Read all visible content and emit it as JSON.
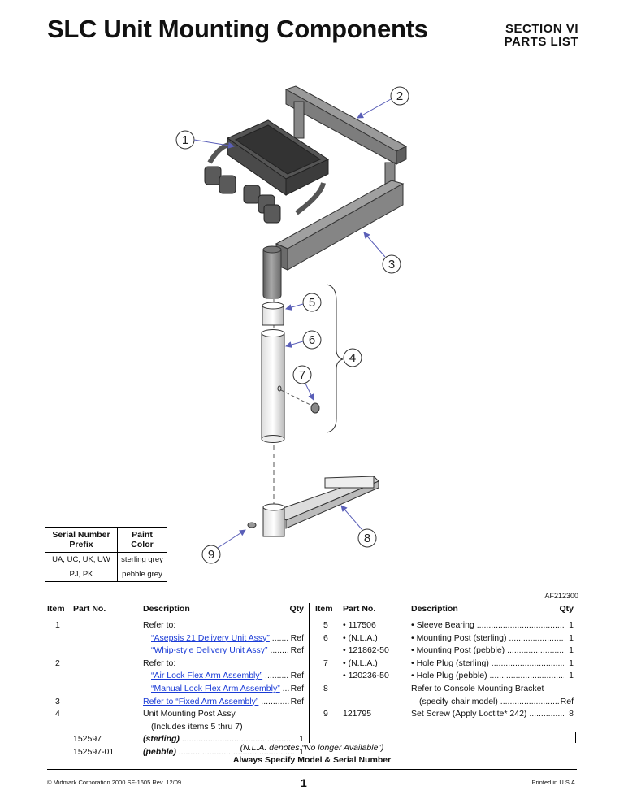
{
  "header": {
    "title": "SLC Unit Mounting Components",
    "section_line1": "SECTION VI",
    "section_line2": "PARTS LIST"
  },
  "callouts": [
    "1",
    "2",
    "3",
    "4",
    "5",
    "6",
    "7",
    "8",
    "9"
  ],
  "serial_table": {
    "headers": [
      "Serial Number Prefix",
      "Paint Color"
    ],
    "header_line1": [
      "Serial Number",
      "Paint"
    ],
    "header_line2": [
      "Prefix",
      "Color"
    ],
    "rows": [
      [
        "UA, UC, UK, UW",
        "sterling grey"
      ],
      [
        "PJ, PK",
        "pebble grey"
      ]
    ]
  },
  "drawing_id": "AF212300",
  "parts_headers": {
    "item": "Item",
    "part": "Part No.",
    "desc": "Description",
    "qty": "Qty"
  },
  "left_rows": [
    {
      "item": "1",
      "part": "",
      "desc": "Refer to:",
      "qty": ""
    },
    {
      "item": "",
      "part": "",
      "desc": "“Asepsis 21 Delivery Unit Assy”",
      "link": "Asepsis 21 Delivery Unit Assy",
      "qty": "Ref"
    },
    {
      "item": "",
      "part": "",
      "desc": "“Whip-style Delivery Unit Assy”",
      "link": "Whip-style Delivery Unit Assy",
      "qty": "Ref"
    },
    {
      "item": "2",
      "part": "",
      "desc": "Refer to:",
      "qty": ""
    },
    {
      "item": "",
      "part": "",
      "desc": "“Air Lock Flex Arm Assembly”",
      "link": "Air Lock Flex Arm Assembly",
      "qty": "Ref"
    },
    {
      "item": "",
      "part": "",
      "desc": "“Manual Lock Flex Arm Assembly”",
      "link": "Manual Lock Flex Arm Assembly",
      "qty": "Ref"
    },
    {
      "item": "3",
      "part": "",
      "desc": "Refer to “Fixed Arm Assembly”",
      "link": "Fixed Arm Assembly",
      "qty": "Ref"
    },
    {
      "item": "4",
      "part": "",
      "desc": "Unit Mounting Post Assy.",
      "qty": ""
    },
    {
      "item": "",
      "part": "",
      "desc": "(Includes items 5 thru 7)",
      "qty": ""
    },
    {
      "item": "",
      "part": "152597",
      "desc": "(sterling)",
      "qty": "1"
    },
    {
      "item": "",
      "part": "152597-01",
      "desc": "(pebble)",
      "qty": "1"
    }
  ],
  "right_rows": [
    {
      "item": "5",
      "part": "• 117506",
      "desc": "• Sleeve Bearing",
      "qty": "1"
    },
    {
      "item": "6",
      "part": "• (N.L.A.)",
      "desc": "• Mounting Post (sterling)",
      "qty": "1"
    },
    {
      "item": "",
      "part": "• 121862-50",
      "desc": "• Mounting Post (pebble)",
      "qty": "1"
    },
    {
      "item": "7",
      "part": "• (N.L.A.)",
      "desc": "• Hole Plug (sterling)",
      "qty": "1"
    },
    {
      "item": "",
      "part": "• 120236-50",
      "desc": "• Hole Plug (pebble)",
      "qty": "1"
    },
    {
      "item": "8",
      "part": "",
      "desc": "Refer to Console Mounting Bracket",
      "qty": ""
    },
    {
      "item": "",
      "part": "",
      "desc": "(specify chair model)",
      "qty": "Ref"
    },
    {
      "item": "9",
      "part": "121795",
      "desc": "Set Screw (Apply Loctite* 242)",
      "qty": "8"
    }
  ],
  "notes": {
    "nla": "(N.L.A. denotes “No longer Available”)",
    "always": "Always Specify Model & Serial Number"
  },
  "footer": {
    "left": "© Midmark Corporation  2000  SF-1605  Rev. 12/09",
    "page": "1",
    "right": "Printed in U.S.A."
  },
  "colors": {
    "link": "#1a3bd6",
    "metal": "#8a8a8a",
    "callout_arrow": "#6a6fc0"
  }
}
